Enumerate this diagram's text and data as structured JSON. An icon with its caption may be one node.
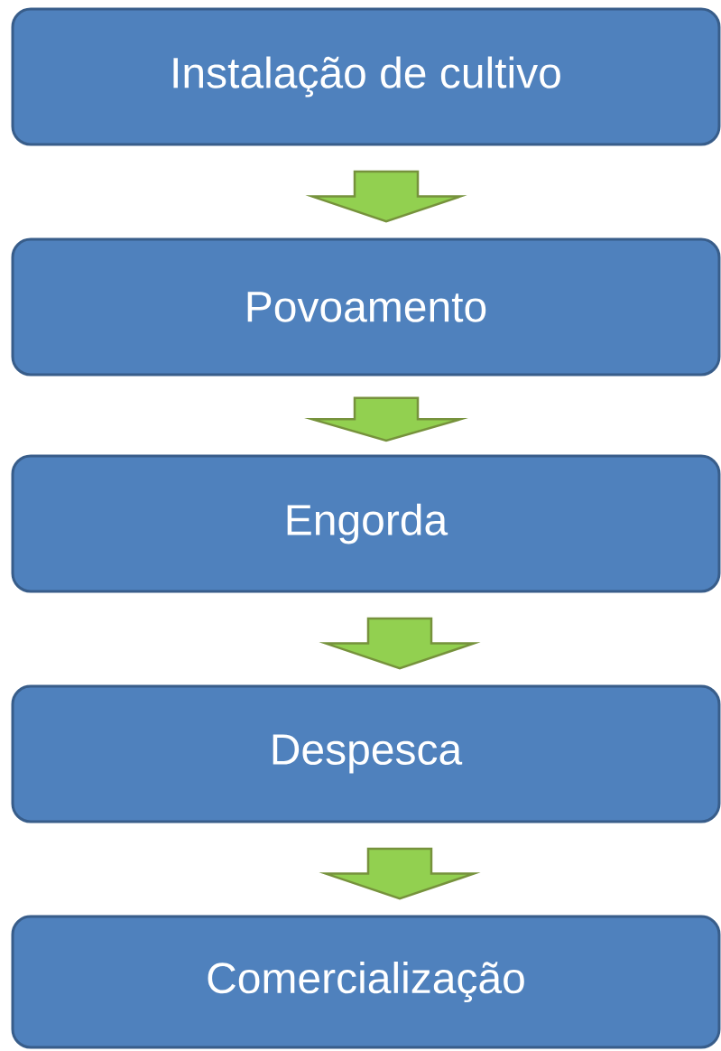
{
  "diagram": {
    "nodes": [
      {
        "text": [
          "Instalação de cultivo"
        ]
      },
      {
        "text": [
          "Povoamento"
        ]
      },
      {
        "text": [
          "Engorda"
        ]
      },
      {
        "text": [
          "Despesca"
        ]
      },
      {
        "text": [
          "Comercialização"
        ]
      }
    ],
    "edges": [
      {
        "from": 0,
        "to": 1,
        "arrow": "to"
      },
      {
        "from": 1,
        "to": 2,
        "arrow": "to"
      },
      {
        "from": 2,
        "to": 3,
        "arrow": "to"
      },
      {
        "from": 3,
        "to": 4,
        "arrow": "to"
      }
    ]
  }
}
